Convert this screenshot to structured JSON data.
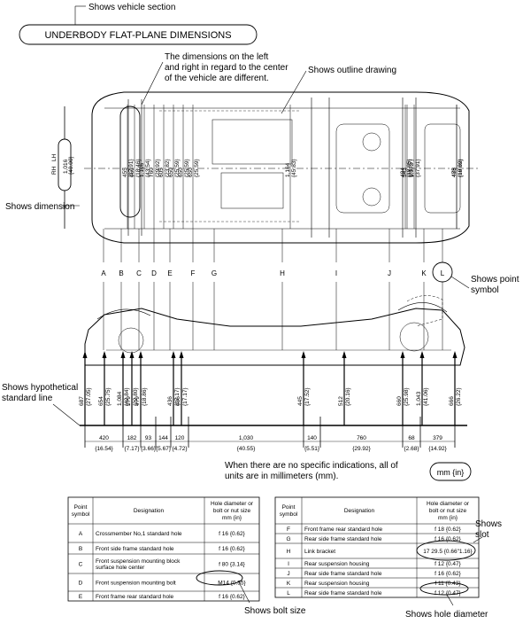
{
  "header": {
    "vehicle_section_callout": "Shows vehicle section",
    "title": "UNDERBODY FLAT-PLANE DIMENSIONS"
  },
  "callouts": {
    "center_note_1": "The dimensions on the left",
    "center_note_2": "and right in regard to the center",
    "center_note_3": "of the vehicle are different.",
    "outline": "Shows outline drawing",
    "dimension": "Shows dimension",
    "point_symbol_1": "Shows point",
    "point_symbol_2": "symbol",
    "hypothetical_1": "Shows hypothetical",
    "hypothetical_2": "standard line",
    "units_1": "When  there are no specific indications, all of",
    "units_2": "units are in millimeters (mm).",
    "units_box": "mm {in}",
    "slot": "Shows",
    "slot_2": "slot",
    "bolt_size": "Shows bolt size",
    "hole_diameter": "Shows hole diameter"
  },
  "side_labels": {
    "rh": "RH",
    "lh": "LH",
    "rh_lh_value": "1,016",
    "rh_lh_value_in": "{40.00}"
  },
  "point_symbols": [
    "A",
    "B",
    "C",
    "D",
    "E",
    "F",
    "G",
    "H",
    "I",
    "J",
    "K",
    "L"
  ],
  "top_dimensions": [
    {
      "v": "455",
      "i": "{17.91}"
    },
    {
      "v": "469",
      "i": "{18.46}"
    },
    {
      "v": "1,106",
      "i": "{43.54}"
    },
    {
      "v": "760",
      "i": "{29.92}"
    },
    {
      "v": "605",
      "i": "{23.82}"
    },
    {
      "v": "650",
      "i": "{25.59}"
    },
    {
      "v": "650",
      "i": "{25.59}"
    },
    {
      "v": "650",
      "i": "{25.59}"
    },
    {
      "v": "1,164",
      "i": "{45.83}"
    },
    {
      "v": "484",
      "i": "{19.05}"
    },
    {
      "v": "1,073",
      "i": "{37.91}"
    },
    {
      "v": "543",
      "i": "{21.37}"
    },
    {
      "v": "478",
      "i": "{18.82}"
    },
    {
      "v": "485",
      "i": "{19.09}"
    }
  ],
  "side_heights": [
    {
      "v": "687",
      "i": "{27.05}"
    },
    {
      "v": "654",
      "i": "{25.75}"
    },
    {
      "v": "1,084",
      "i": "{42.84}"
    },
    {
      "v": "579",
      "i": "{22.80}"
    },
    {
      "v": "479",
      "i": "{18.86}"
    },
    {
      "v": "436",
      "i": "{17.17}"
    },
    {
      "v": "436",
      "i": "{17.17}"
    },
    {
      "v": "445",
      "i": "{17.52}"
    },
    {
      "v": "512",
      "i": "{20.16}"
    },
    {
      "v": "660",
      "i": "{25.98}"
    },
    {
      "v": "1,043",
      "i": "{41.06}"
    },
    {
      "v": "666",
      "i": "{26.22}"
    }
  ],
  "horizontal_dimensions": [
    {
      "v": "420",
      "i": "{16.54}"
    },
    {
      "v": "182",
      "i": "{7.17}"
    },
    {
      "v": "93",
      "i": "{3.66}"
    },
    {
      "v": "144",
      "i": "{5.67}"
    },
    {
      "v": "120",
      "i": "{4.72}"
    },
    {
      "v": "1,030",
      "i": "{40.55}"
    },
    {
      "v": "140",
      "i": "{5.51}"
    },
    {
      "v": "760",
      "i": "{29.92}"
    },
    {
      "v": "68",
      "i": "{2.68}"
    },
    {
      "v": "379",
      "i": "{14.92}"
    }
  ],
  "left_table": {
    "headers": [
      "Point symbol",
      "Designation",
      "Hole diameter or bolt or nut size mm {in}"
    ],
    "rows": [
      {
        "symbol": "A",
        "designation": "Crossmember No,1 standard hole",
        "size": "f 16 {0.62}"
      },
      {
        "symbol": "B",
        "designation": "Front side frame standard hole",
        "size": "f 16 {0.62}"
      },
      {
        "symbol": "C",
        "designation": "Front suspension mounting block surface hole center",
        "size": "f 80 {3.14}"
      },
      {
        "symbol": "D",
        "designation": "Front suspension mounting bolt",
        "size": "M14 {0.55}"
      },
      {
        "symbol": "E",
        "designation": "Front frame rear standard hole",
        "size": "f 16 {0.62}"
      }
    ]
  },
  "right_table": {
    "headers": [
      "Point symbol",
      "Designation",
      "Hole diameter or bolt or nut size mm {in}"
    ],
    "rows": [
      {
        "symbol": "F",
        "designation": "Front frame rear standard hole",
        "size": "f 18 {0.62}"
      },
      {
        "symbol": "G",
        "designation": "Rear side frame standard hole",
        "size": "f 16 {0.62}"
      },
      {
        "symbol": "H",
        "designation": "Link bracket",
        "size": "17    29.5 {0.66\"1.16}"
      },
      {
        "symbol": "I",
        "designation": "Rear suspension housing",
        "size": "f 12 {0.47}"
      },
      {
        "symbol": "J",
        "designation": "Rear side frame standard hole",
        "size": "f 16 {0.62}"
      },
      {
        "symbol": "K",
        "designation": "Rear suspension housing",
        "size": "f 11 {0.43}"
      },
      {
        "symbol": "L",
        "designation": "Rear side frame standard hole",
        "size": "f 12 {0.47}"
      }
    ]
  }
}
